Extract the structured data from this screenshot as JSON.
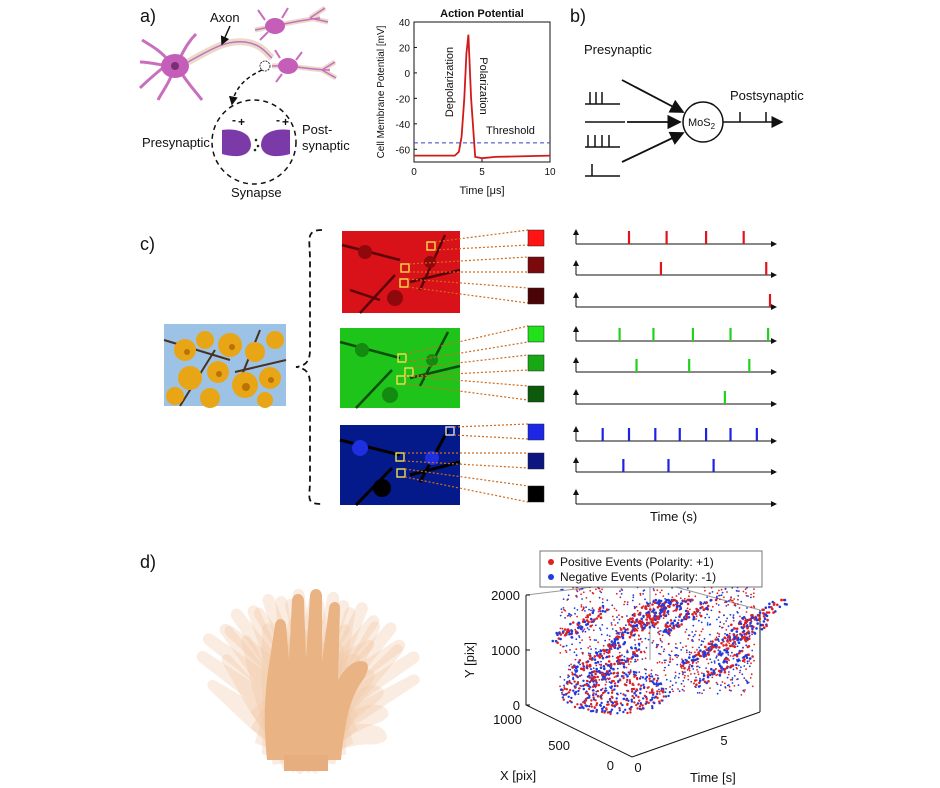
{
  "panel_labels": {
    "a": "a)",
    "b": "b)",
    "c": "c)",
    "d": "d)"
  },
  "panel_a": {
    "axon_label": "Axon",
    "presynaptic_label": "Presynaptic",
    "postsynaptic_label_line1": "Post-",
    "postsynaptic_label_line2": "synaptic",
    "synapse_label": "Synapse",
    "charge_minus_left": "-",
    "charge_plus_left": "+",
    "charge_minus_right": "-",
    "charge_plus_right": "+"
  },
  "panel_b": {
    "presynaptic_label": "Presynaptic",
    "postsynaptic_label": "Postsynaptic",
    "node_label_main": "MoS",
    "node_label_sub": "2"
  },
  "panel_c": {
    "time_label": "Time (s)",
    "channel_colors": [
      "#e0141b",
      "#22d11c",
      "#1f22e0"
    ]
  },
  "colors": {
    "ap_line": "#d11a1a",
    "threshold": "#3344cc",
    "positive": "#e02020",
    "negative": "#1f3be0"
  },
  "chart_data": [
    {
      "type": "line",
      "title": "Action Potential",
      "xlabel": "Time [μs]",
      "ylabel": "Cell Membrane Potential [mV]",
      "xlim": [
        0,
        10
      ],
      "ylim": [
        -70,
        40
      ],
      "xticks": [
        "0",
        "5",
        "10"
      ],
      "yticks": [
        "40",
        "20",
        "0",
        "-20",
        "-40",
        "-60"
      ],
      "annotations": [
        "Depolarization",
        "Polarization",
        "Threshold"
      ],
      "series": [
        {
          "x": [
            0,
            3.0,
            3.3,
            3.5,
            3.7,
            3.85,
            4.0,
            4.2,
            4.5,
            5.0,
            6.0,
            10.0
          ],
          "y": [
            -65,
            -65,
            -62,
            -50,
            -20,
            15,
            30,
            -20,
            -66,
            -67,
            -66,
            -65
          ]
        }
      ],
      "threshold": -55
    },
    {
      "type": "scatter",
      "xlabel": "Time [s]",
      "ylabel": "Y [pix]",
      "zlabel": "X [pix]",
      "time_ticks": [
        "0",
        "5"
      ],
      "y_ticks": [
        "2000",
        "1000",
        "0"
      ],
      "x_ticks": [
        "1000",
        "500",
        "0"
      ],
      "legend": [
        "Positive Events (Polarity: +1)",
        "Negative Events (Polarity: -1)"
      ],
      "legend_position": "top"
    }
  ]
}
